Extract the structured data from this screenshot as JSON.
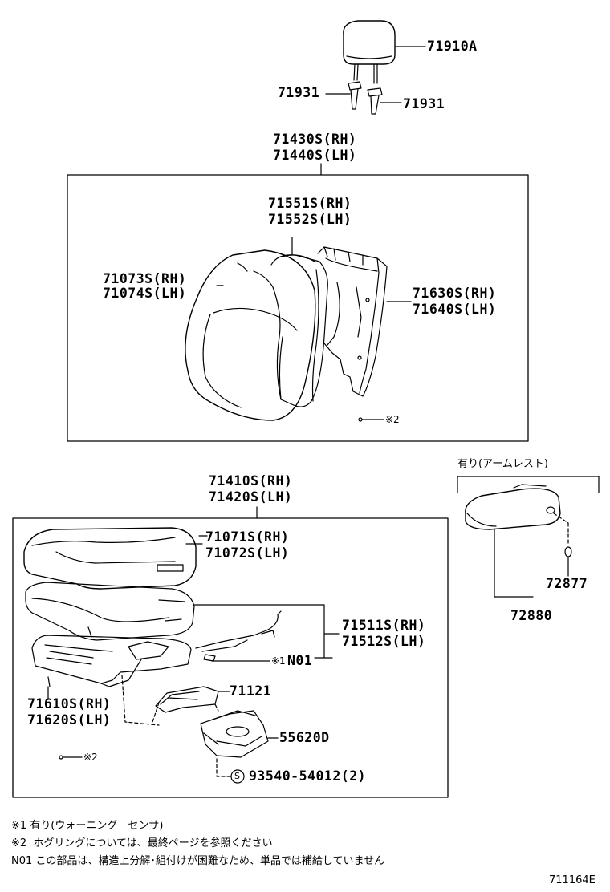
{
  "headrest": {
    "part": "71910A",
    "guide_left": "71931",
    "guide_right": "71931"
  },
  "seatback_assembly": {
    "rh": "71430S(RH)",
    "lh": "71440S(LH)",
    "pad_rh": "71551S(RH)",
    "pad_lh": "71552S(LH)",
    "cover_rh": "71073S(RH)",
    "cover_lh": "71074S(LH)",
    "frame_rh": "71630S(RH)",
    "frame_lh": "71640S(LH)",
    "hog_ring_mark": "※2"
  },
  "cushion_assembly": {
    "rh": "71410S(RH)",
    "lh": "71420S(LH)",
    "cover_rh": "71071S(RH)",
    "cover_lh": "71072S(LH)",
    "pad_rh": "71511S(RH)",
    "pad_lh": "71512S(LH)",
    "sensor_mark": "※1",
    "sensor_part": "N01",
    "frame_rh": "71610S(RH)",
    "frame_lh": "71620S(LH)",
    "shield": "71121",
    "cup_holder": "55620D",
    "screw_symbol": "S",
    "screw": "93540-54012(2)",
    "hog_ring_mark": "※2"
  },
  "armrest": {
    "heading": "有り(アームレスト)",
    "assembly": "72880",
    "cap": "72877"
  },
  "notes": [
    "※1 有り(ウォーニング　センサ)",
    "※2  ホグリングについては、最終ページを参照ください",
    "N01 この部品は、構造上分解･組付けが困難なため、単品では補給していません"
  ],
  "diagram_code": "711164E"
}
